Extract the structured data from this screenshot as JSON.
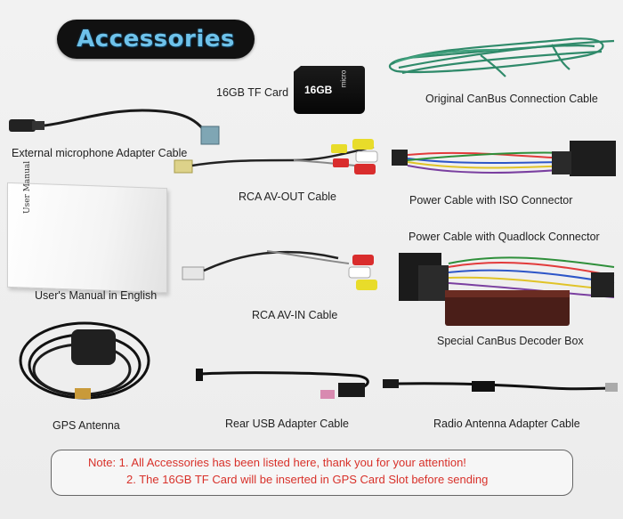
{
  "header": {
    "title": "Accessories"
  },
  "items": {
    "tf_card": {
      "label": "16GB TF Card",
      "card_size": "16GB",
      "card_brand": "micro"
    },
    "canbus_cable": {
      "label": "Original CanBus Connection Cable"
    },
    "mic_adapter": {
      "label": "External microphone Adapter Cable"
    },
    "rca_out": {
      "label": "RCA AV-OUT Cable"
    },
    "iso_power": {
      "label": "Power Cable with ISO Connector"
    },
    "manual": {
      "label": "User's Manual in English",
      "cover_text": "User Manual"
    },
    "quadlock_power": {
      "label": "Power Cable with Quadlock Connector"
    },
    "rca_in": {
      "label": "RCA AV-IN Cable"
    },
    "decoder_box": {
      "label": "Special CanBus Decoder Box"
    },
    "gps_antenna": {
      "label": "GPS Antenna"
    },
    "usb_adapter": {
      "label": "Rear USB Adapter Cable"
    },
    "radio_adapter": {
      "label": "Radio Antenna Adapter Cable"
    }
  },
  "note": {
    "line1": "Note: 1. All Accessories has been listed here, thank you for your attention!",
    "line2": "2. The 16GB TF Card will be inserted in GPS Card Slot before sending"
  },
  "colors": {
    "title_text": "#6ec2ea",
    "note_text": "#d8312a",
    "pill_bg": "#111111"
  }
}
